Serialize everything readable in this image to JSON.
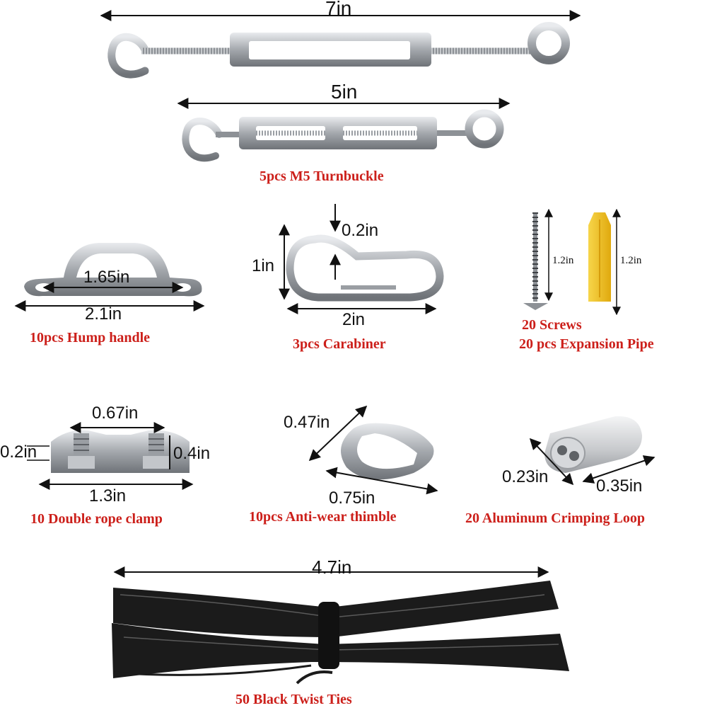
{
  "turnbuckle": {
    "dim_long": "7in",
    "dim_short": "5in",
    "caption": "5pcs M5 Turnbuckle"
  },
  "hump_handle": {
    "dim_inner": "1.65in",
    "dim_outer": "2.1in",
    "caption": "10pcs Hump handle"
  },
  "carabiner": {
    "dim_gap": "0.2in",
    "dim_height": "1in",
    "dim_width": "2in",
    "caption": "3pcs Carabiner"
  },
  "screws": {
    "dim_screw": "1.2in",
    "dim_pipe": "1.2in",
    "caption_screws": "20 Screws",
    "caption_pipe": "20 pcs Expansion Pipe"
  },
  "rope_clamp": {
    "dim_top": "0.67in",
    "dim_left": "0.2in",
    "dim_right": "0.4in",
    "dim_bottom": "1.3in",
    "caption": "10 Double rope clamp"
  },
  "thimble": {
    "dim_side": "0.47in",
    "dim_bottom": "0.75in",
    "caption": "10pcs Anti-wear thimble"
  },
  "crimp_loop": {
    "dim_left": "0.23in",
    "dim_right": "0.35in",
    "caption": "20 Aluminum Crimping Loop"
  },
  "twist_ties": {
    "dim_length": "4.7in",
    "caption": "50 Black Twist Ties"
  },
  "colors": {
    "caption_red": "#cc1f1a",
    "steel": "#b9bcc0",
    "pipe_yellow": "#f2c21b",
    "tie_black": "#1b1b1b"
  }
}
